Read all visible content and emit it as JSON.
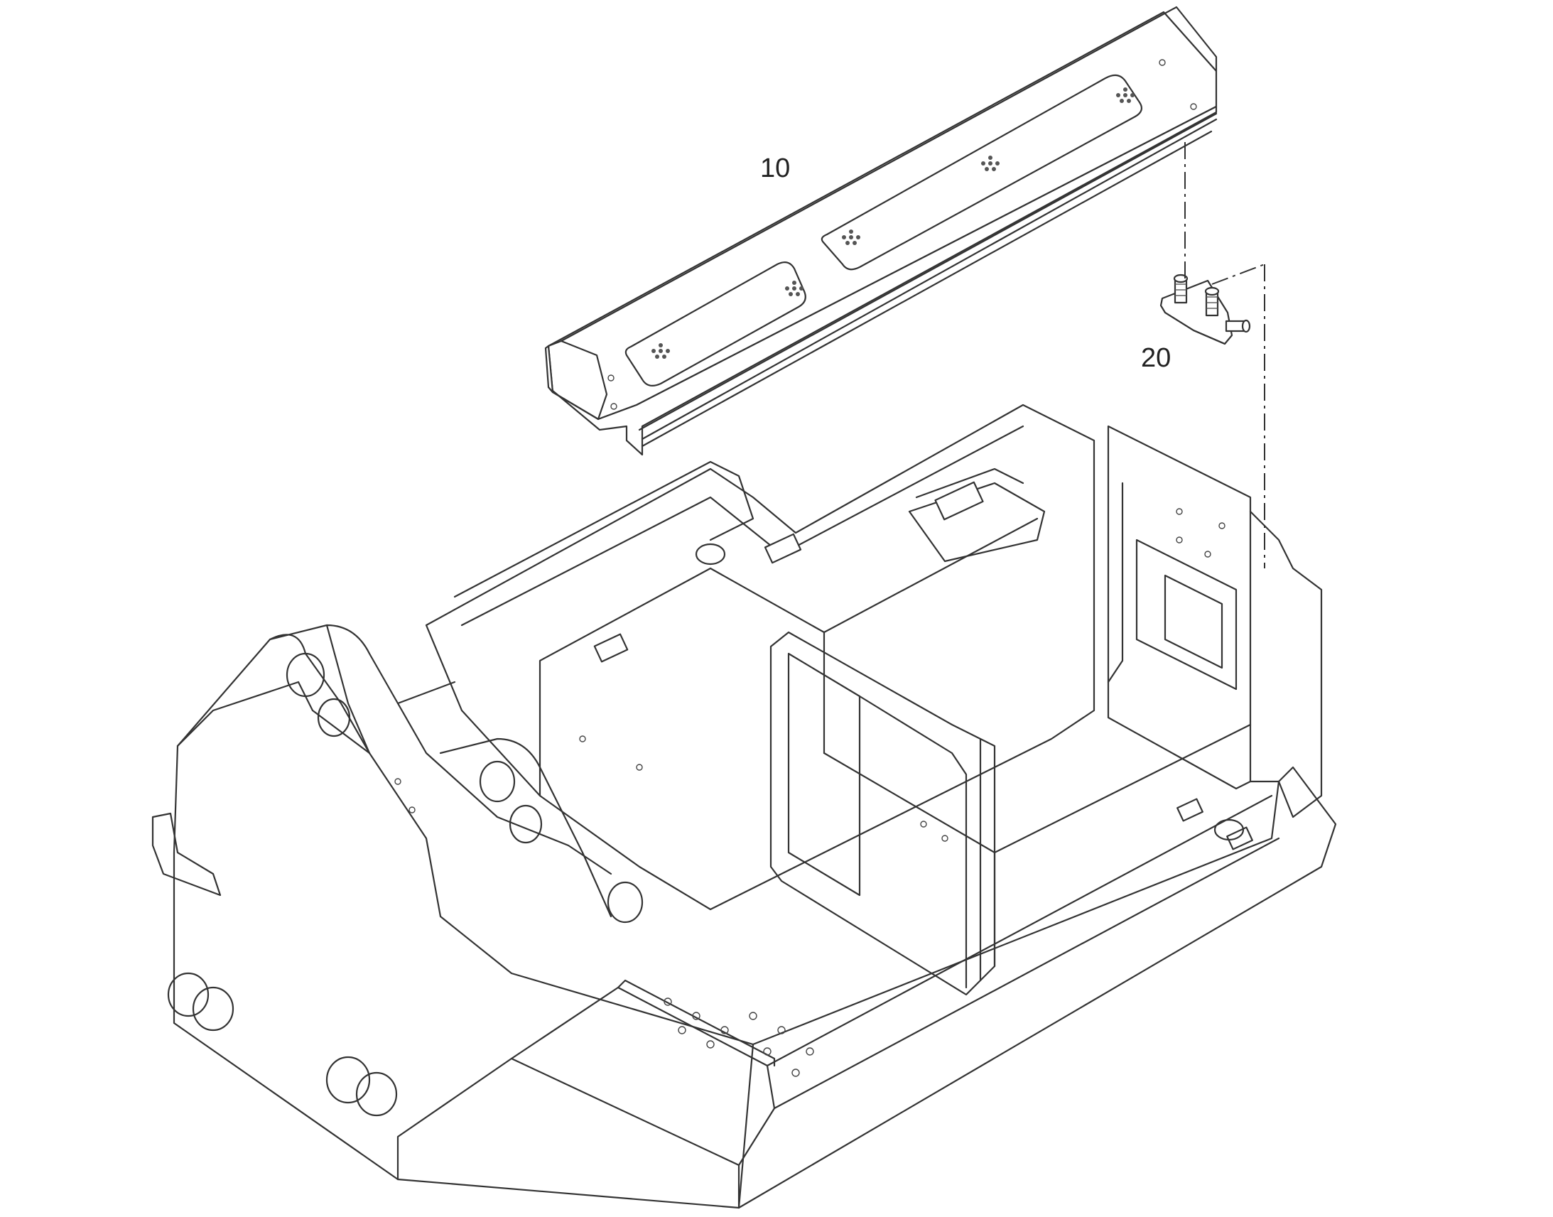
{
  "callouts": [
    {
      "id": "10",
      "label": "10"
    },
    {
      "id": "20",
      "label": "20"
    }
  ],
  "colors": {
    "line": "#333333",
    "background": "#ffffff"
  }
}
